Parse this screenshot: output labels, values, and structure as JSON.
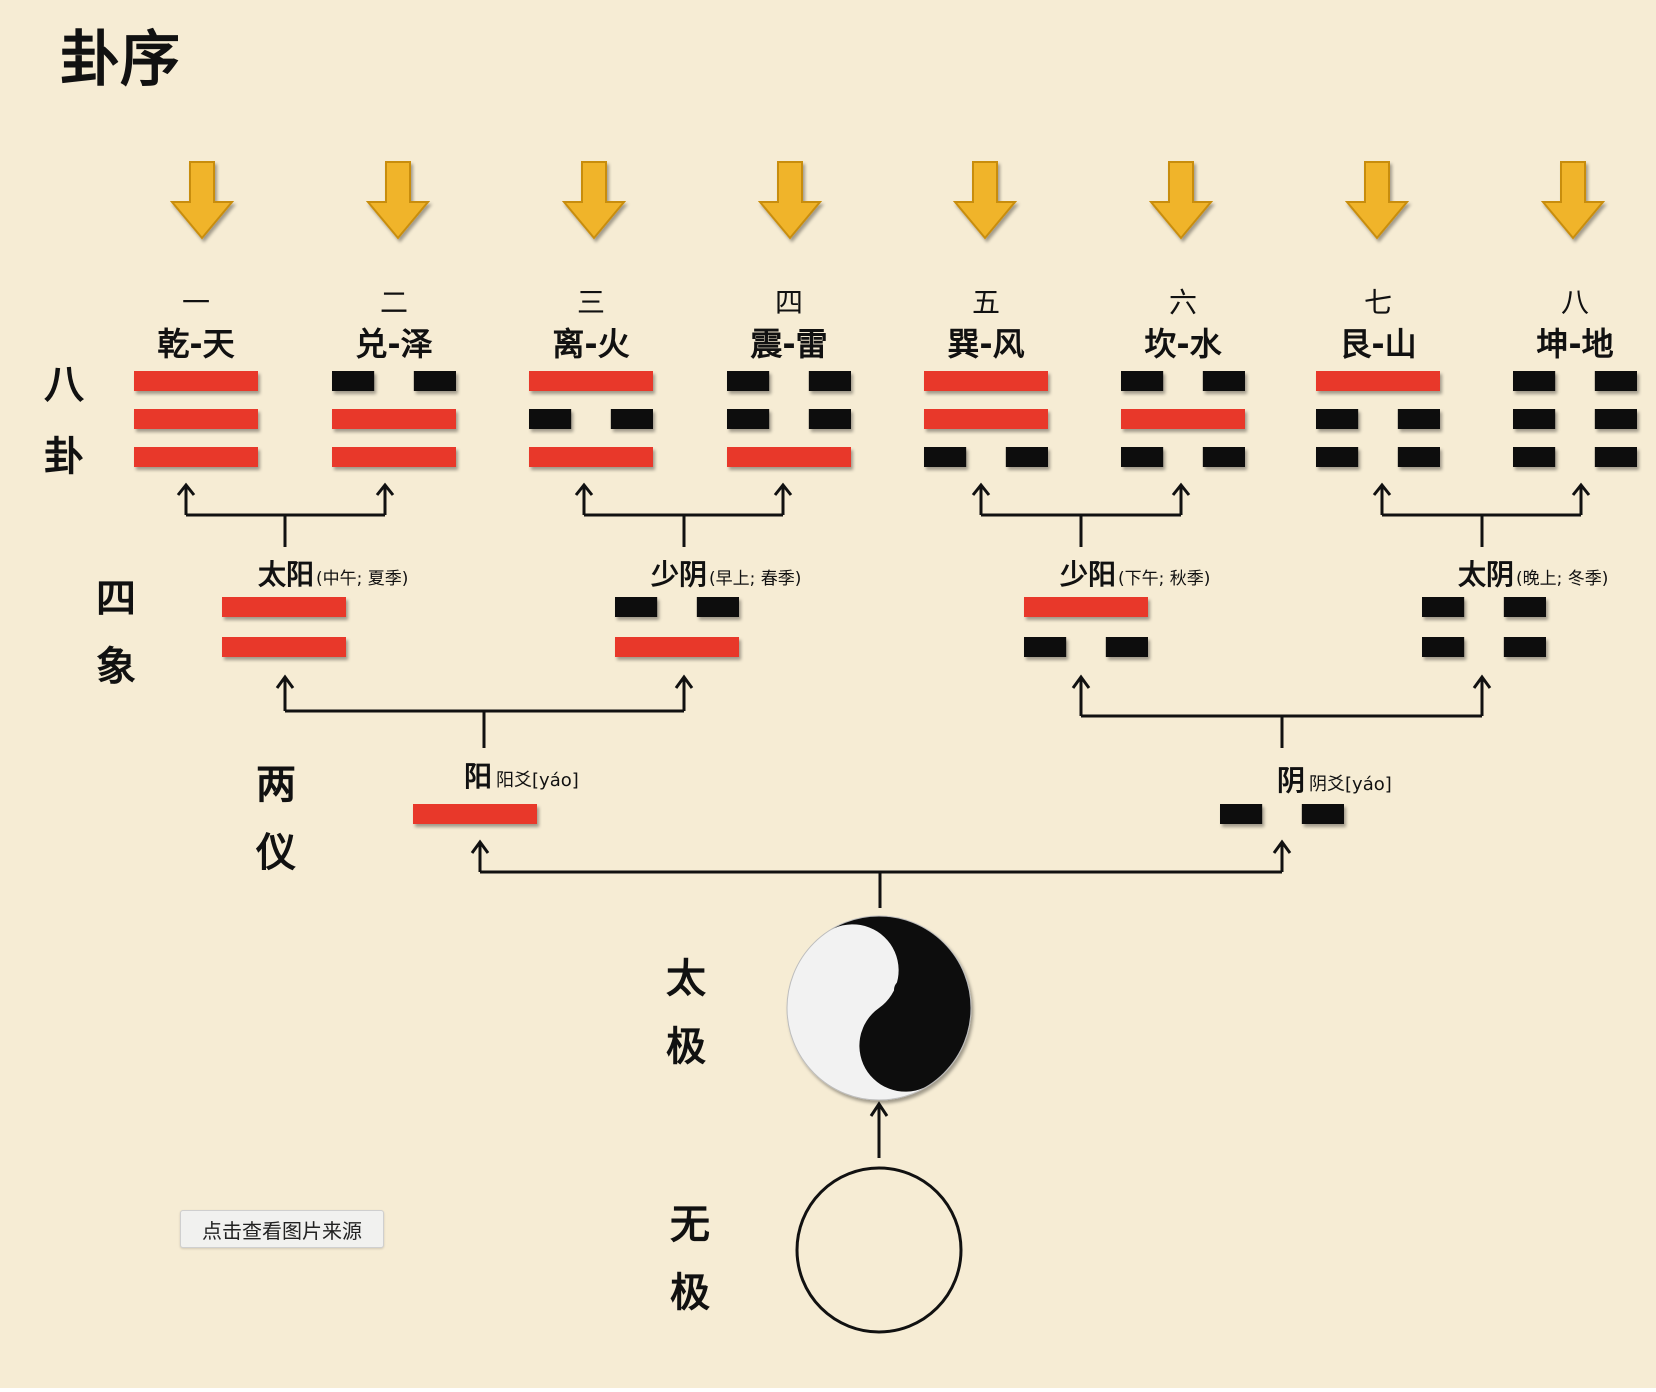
{
  "title": "卦序",
  "levels": {
    "bagua": [
      "八",
      "卦"
    ],
    "sixiang": [
      "四",
      "象"
    ],
    "liangyi": [
      "两",
      "仪"
    ],
    "taiji": [
      "太",
      "极"
    ],
    "wuji": [
      "无",
      "极"
    ]
  },
  "colors": {
    "yang": "#e8372a",
    "yin": "#111111",
    "arrow_fill": "#f0b429",
    "arrow_stroke": "#c88d0d",
    "background": "#f6ecd4"
  },
  "trigrams": [
    {
      "order": "一",
      "name": "乾-天",
      "lines": [
        1,
        1,
        1
      ]
    },
    {
      "order": "二",
      "name": "兑-泽",
      "lines": [
        0,
        1,
        1
      ]
    },
    {
      "order": "三",
      "name": "离-火",
      "lines": [
        1,
        0,
        1
      ]
    },
    {
      "order": "四",
      "name": "震-雷",
      "lines": [
        0,
        0,
        1
      ]
    },
    {
      "order": "五",
      "name": "巽-风",
      "lines": [
        1,
        1,
        0
      ]
    },
    {
      "order": "六",
      "name": "坎-水",
      "lines": [
        0,
        1,
        0
      ]
    },
    {
      "order": "七",
      "name": "艮-山",
      "lines": [
        1,
        0,
        0
      ]
    },
    {
      "order": "八",
      "name": "坤-地",
      "lines": [
        0,
        0,
        0
      ]
    }
  ],
  "four_images": [
    {
      "name": "太阳",
      "note": "(中午;  夏季)",
      "lines": [
        1,
        1
      ]
    },
    {
      "name": "少阴",
      "note": "(早上;  春季)",
      "lines": [
        0,
        1
      ]
    },
    {
      "name": "少阳",
      "note": "(下午;  秋季)",
      "lines": [
        1,
        0
      ]
    },
    {
      "name": "太阴",
      "note": "(晚上;  冬季)",
      "lines": [
        0,
        0
      ]
    }
  ],
  "two_modes": [
    {
      "name": "阳",
      "note": "阳爻[yáo]",
      "lines": [
        1
      ]
    },
    {
      "name": "阴",
      "note": "阴爻[yáo]",
      "lines": [
        0
      ]
    }
  ],
  "source_button_label": "点击查看图片来源"
}
